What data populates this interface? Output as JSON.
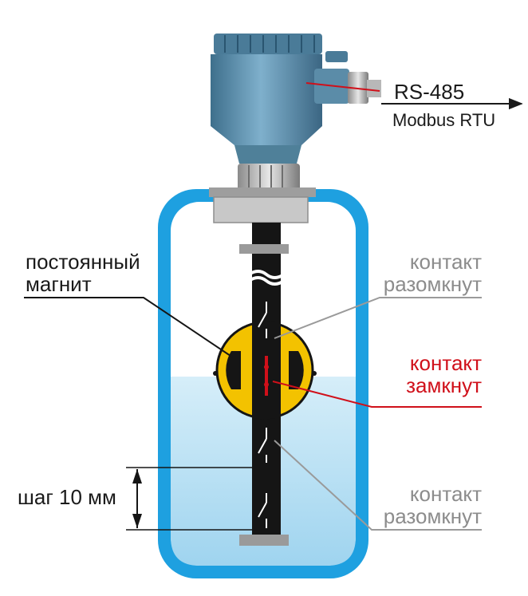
{
  "communication": {
    "interface": "RS-485",
    "protocol": "Modbus RTU"
  },
  "labels": {
    "magnet_line1": "постоянный",
    "magnet_line2": "магнит",
    "contact_open_top_line1": "контакт",
    "contact_open_top_line2": "разомкнут",
    "contact_closed_line1": "контакт",
    "contact_closed_line2": "замкнут",
    "contact_open_bottom_line1": "контакт",
    "contact_open_bottom_line2": "разомкнут",
    "step": "шаг 10 мм"
  },
  "colors": {
    "tank_outline": "#1ea0e0",
    "liquid": "#bfe3f5",
    "housing": "#5b8ca8",
    "rod": "#151515",
    "float": "#f3c200",
    "contact_closed": "#d0101a",
    "contact_open_leader": "#9a9a9a",
    "closed_leader": "#d0101a"
  }
}
